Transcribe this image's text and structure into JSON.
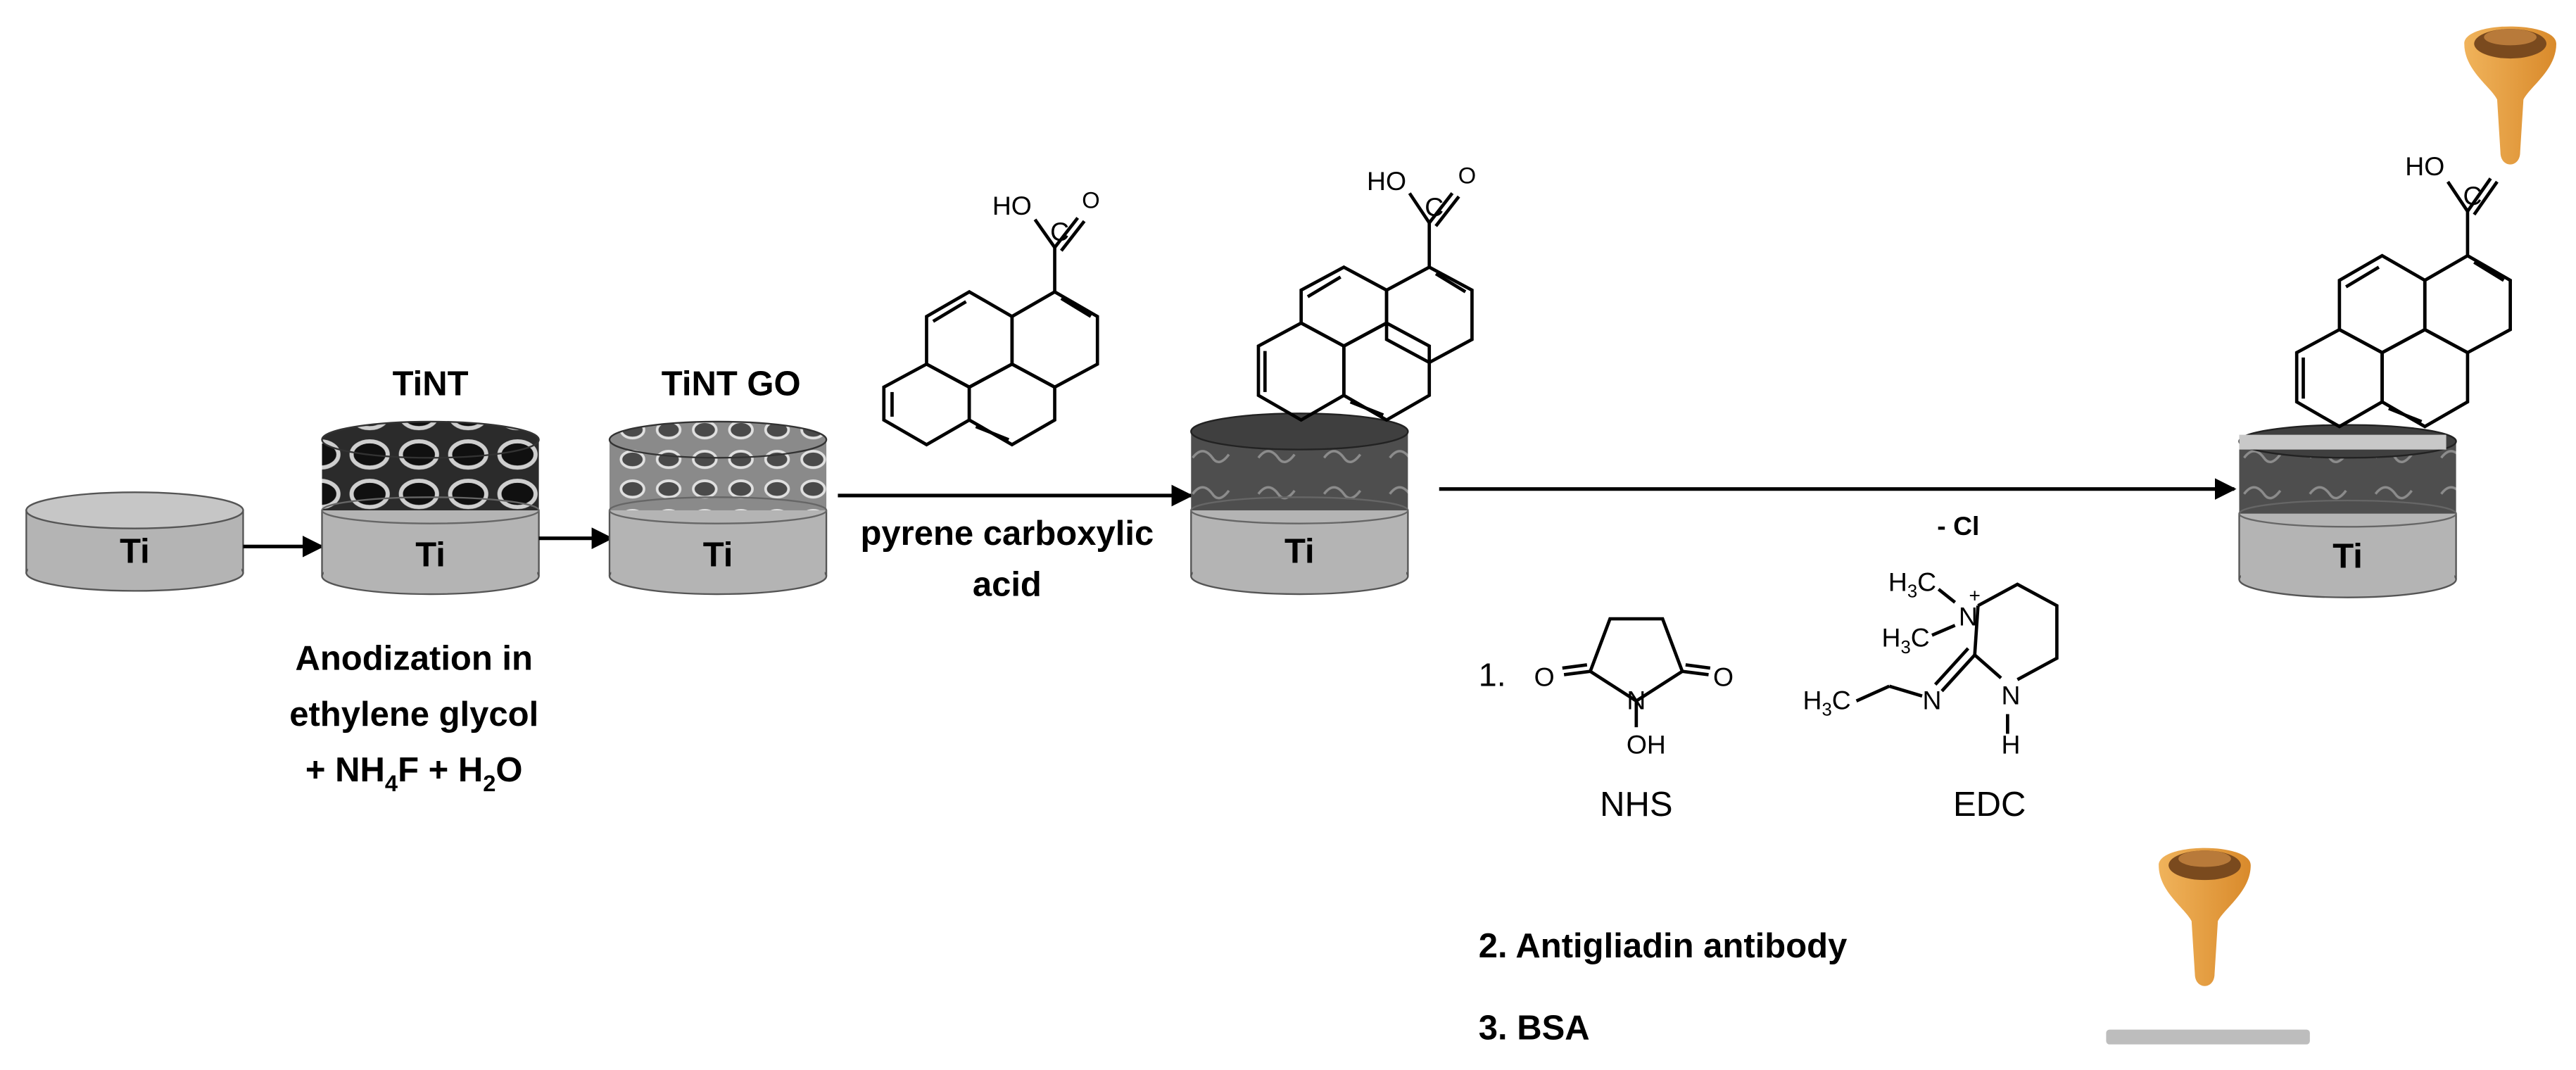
{
  "steps": {
    "ti_label": "Ti",
    "tint_title": "TiNT",
    "tint_go_title": "TiNT GO",
    "anodization": {
      "line1": "Anodization in",
      "line2": "ethylene glycol",
      "line3_pre": "+ NH",
      "line3_sub1": "4",
      "line3_mid": "F + H",
      "line3_sub2": "2",
      "line3_post": "O"
    },
    "pyrene": {
      "line1": "pyrene carboxylic",
      "line2": "acid"
    },
    "byproduct": "- Cl",
    "numbered": {
      "n1": "1.",
      "n2": "2. Antigliadin antibody",
      "n3": "3. BSA"
    }
  },
  "molecules": {
    "nhs": {
      "name": "NHS",
      "atom_o_left": "O",
      "atom_o_right": "O",
      "atom_n": "N",
      "atom_oh": "OH"
    },
    "edc": {
      "name": "EDC",
      "h3c_top_pre": "H",
      "h3c_top_sub": "3",
      "h3c_top_post": "C",
      "h3c_mid_pre": "H",
      "h3c_mid_sub": "3",
      "h3c_mid_post": "C",
      "h3c_left_pre": "H",
      "h3c_left_sub": "3",
      "h3c_left_post": "C",
      "n_plus": "N",
      "charge": "+",
      "n_imine": "N",
      "n_h": "N",
      "h": "H"
    },
    "carboxyl": {
      "ho": "HO",
      "c": "C",
      "o": "O"
    }
  },
  "colors": {
    "ti_gray": "#b4b4b4",
    "antibody": "#e8a447",
    "antibody_dark": "#7a4a1e",
    "bsa_gray": "#bdbdbd"
  }
}
